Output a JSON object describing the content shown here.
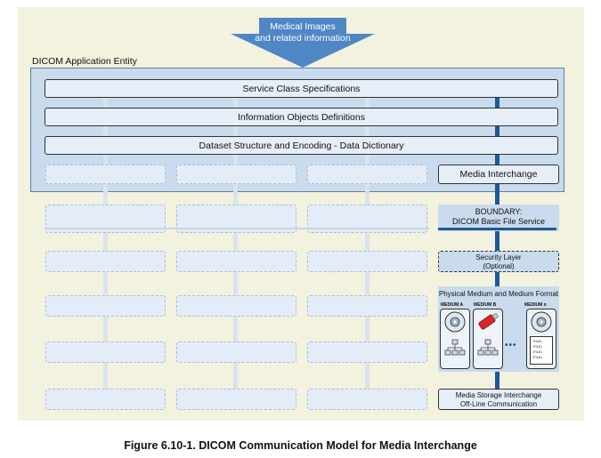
{
  "arrow": {
    "line1": "Medical Images",
    "line2": "and related information"
  },
  "entity_label": "DICOM Application Entity",
  "layers": {
    "service_class": "Service Class Specifications",
    "iod": "Information Objects Definitions",
    "dataset": "Dataset Structure and Encoding - Data Dictionary",
    "media_interchange": "Media Interchange"
  },
  "boundary": {
    "line1": "BOUNDARY:",
    "line2": "DICOM Basic File Service"
  },
  "security": {
    "line1": "Security Layer",
    "line2": "(Optional)"
  },
  "medium": {
    "title": "Physical Medium and Medium Format",
    "medium_a": "MEDIUM A",
    "medium_b": "MEDIUM B",
    "medium_n": "MEDIUM n",
    "ellipsis": "•••",
    "files": [
      ".FILE₁",
      ".FILE₂",
      ".FILE₃",
      ".FILE₄"
    ]
  },
  "storage": {
    "line1": "Media Storage Interchange",
    "line2": "Off-Line Communication"
  },
  "caption": "Figure 6.10-1. DICOM Communication Model for Media Interchange",
  "colors": {
    "background": "#f3f2df",
    "entity": "#c9dbed",
    "arrow": "#4f86c6",
    "vertical_line": "#1b5a9a"
  }
}
